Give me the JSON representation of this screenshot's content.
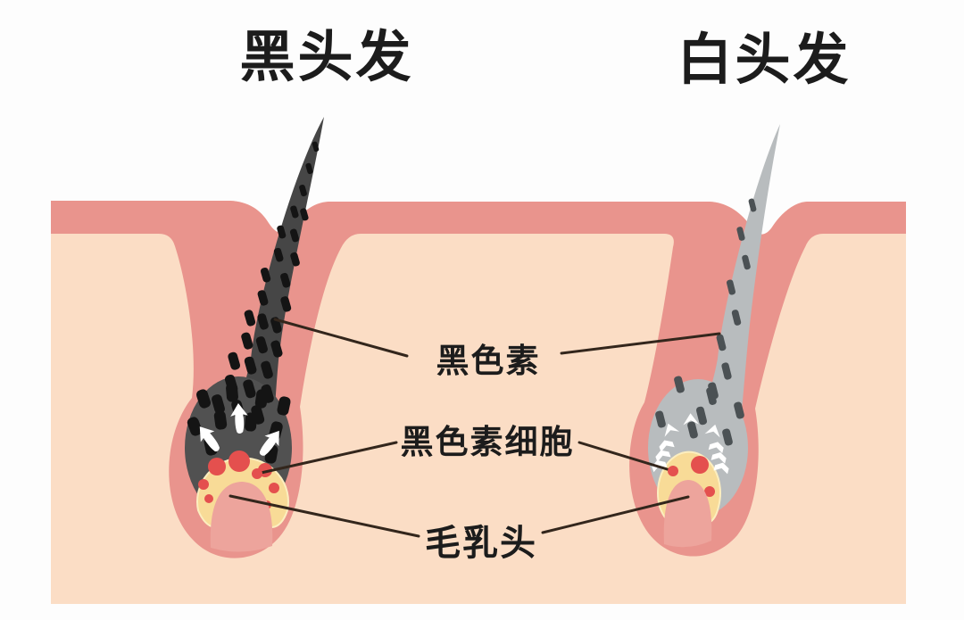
{
  "titles": {
    "black_hair": "黑头发",
    "white_hair": "白头发"
  },
  "labels": {
    "melanin": "黑色素",
    "melanocyte": "黑色素细胞",
    "papilla": "毛乳头"
  },
  "colors": {
    "background": "#fdfdfd",
    "epidermis_pink": "#e9948d",
    "dermis_peach": "#fbddc5",
    "black_hair_shaft": "#464646",
    "dark_bulb": "#515151",
    "melanin_granule": "#141414",
    "gray_hair_shaft": "#b8bcbe",
    "gray_granule": "#4b5154",
    "melanocyte_zone_yellow": "#f8db97",
    "melanocyte_zone_edge": "#fceebf",
    "melanocyte_red": "#e4504e",
    "papilla_pink": "#eda49c",
    "arrow_white": "#ffffff",
    "leader_line": "#33261c",
    "text": "#1c1c1c"
  }
}
